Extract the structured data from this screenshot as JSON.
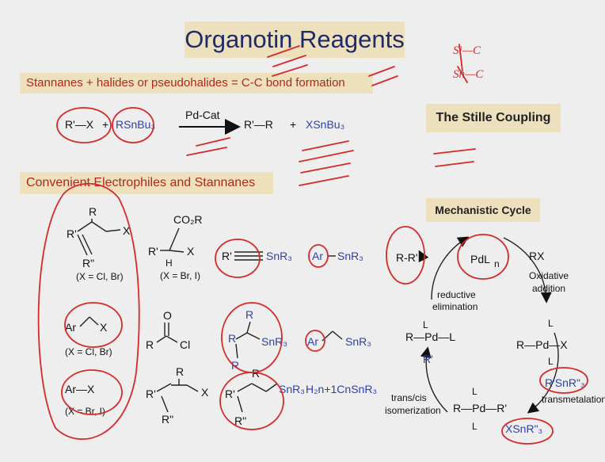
{
  "title": "Organotin Reagents",
  "subtitle": "Stannanes + halides or pseudohalides = C-C bond formation",
  "reaction": {
    "reactant1": "R'—X",
    "plus1": "+",
    "reactant2": "RSnBu₃",
    "catalyst": "Pd-Cat",
    "product1": "R'—R",
    "plus2": "+",
    "product2": "XSnBu₃"
  },
  "stille_label": "The Stille Coupling",
  "section_title": "Convenient Electrophiles and Stannanes",
  "electrophiles": {
    "allyl_cond": "(X = Cl, Br)",
    "alpha_cond": "(X = Br, I)",
    "benzyl_cond": "(X = Cl, Br)",
    "aryl_cond": "(X = Br, I)",
    "R": "R",
    "R1": "R'",
    "R2": "R\"",
    "X": "X",
    "Ar": "Ar",
    "ArX": "Ar—X",
    "CO2R": "CO₂R",
    "H": "H",
    "O": "O",
    "Cl": "Cl"
  },
  "stannanes": {
    "alkynyl": "SnR₃",
    "aryl": "SnR₃",
    "vinyl": "SnR₃",
    "benzyl": "SnR₃",
    "allyl": "SnR₃",
    "alkyl": "H₂n+1CnSnR₃",
    "Ar": "Ar"
  },
  "mechanism": {
    "header": "Mechanistic Cycle",
    "catalyst": "PdL",
    "catalyst_sub": "n",
    "rx": "RX",
    "oxidative": "Oxidative",
    "addition": "addition",
    "reductive": "reductive",
    "elimination": "elimination",
    "transmetalation": "transmetalation",
    "trans_cis": "trans/cis",
    "isomerization": "isomerization",
    "product": "R-R'",
    "tin_reagent": "R'SnR\"₃",
    "tin_byproduct": "XSnR\"₃",
    "int_oxadd": "R—Pd—X",
    "int_trans": "R—Pd—R'",
    "int_cis": "R—Pd—L",
    "L": "L",
    "R1": "R'"
  },
  "notes": {
    "note1": "Si—C",
    "note2": "Sn—C"
  },
  "colors": {
    "banner": "#ede0bd",
    "ink": "#d52a2a",
    "blue": "#2a3fb5",
    "heading_red": "#b0281a"
  }
}
